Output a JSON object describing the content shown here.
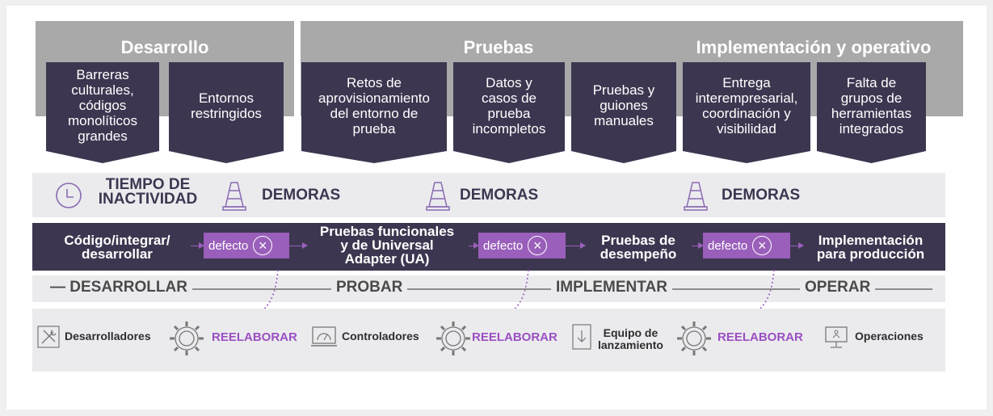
{
  "colors": {
    "dark": "#3d3650",
    "purple": "#9a5fba",
    "gray_band": "#a9a9aa",
    "light_row": "#ebebee"
  },
  "headers": {
    "desarrollo": "Desarrollo",
    "pruebas": "Pruebas",
    "implementacion": "Implementación y operativo"
  },
  "challenges": [
    {
      "text": "Barreras\nculturales,\ncódigos\nmonolíticos\ngrandes"
    },
    {
      "text": "Entornos\nrestringidos"
    },
    {
      "text": "Retos de\naprovisionamiento\ndel entorno de\nprueba"
    },
    {
      "text": "Datos y\ncasos de\nprueba\nincompletos"
    },
    {
      "text": "Pruebas y\nguiones\nmanuales"
    },
    {
      "text": "Entrega\ninterempresarial,\ncoordinación y\nvisibilidad"
    },
    {
      "text": "Falta de\ngrupos de\nherramientas\nintegrados"
    }
  ],
  "impacts": {
    "downtime": "TIEMPO DE\nINACTIVIDAD",
    "delays": [
      "DEMORAS",
      "DEMORAS",
      "DEMORAS"
    ],
    "clock_icon": "clock-icon",
    "cone_icon": "traffic-cone-icon"
  },
  "pipeline": {
    "stages": [
      "Código/integrar/\ndesarrollar",
      "Pruebas funcionales\ny de Universal\nAdapter (UA)",
      "Pruebas de\ndesempeño",
      "Implementación\npara producción"
    ],
    "defect_label": "defecto"
  },
  "phases": [
    "DESARROLLAR",
    "PROBAR",
    "IMPLEMENTAR",
    "OPERAR"
  ],
  "teams": {
    "developers": "Desarrolladores",
    "controllers": "Controladores",
    "release": "Equipo de\nlanzamiento",
    "operations": "Operaciones",
    "rework": "REELABORAR"
  }
}
